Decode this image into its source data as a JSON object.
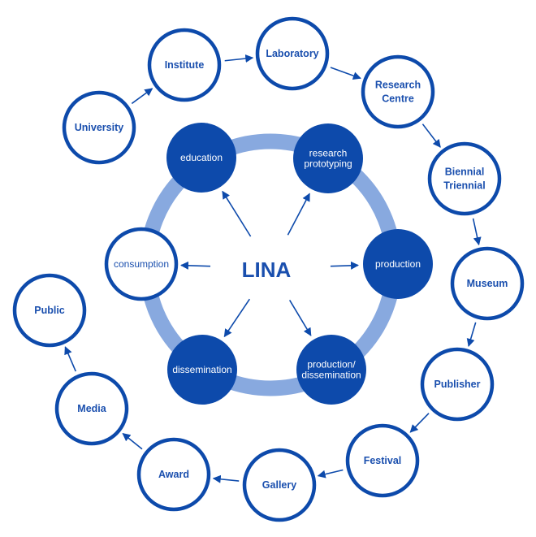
{
  "colors": {
    "primary": "#0d4aab",
    "ring": "#88a9df",
    "text": "#1a4fae",
    "white": "#ffffff"
  },
  "center": {
    "label": "LINA"
  },
  "inner_nodes": [
    {
      "id": "education",
      "lines": [
        "education"
      ],
      "style": "filled"
    },
    {
      "id": "research-prototyping",
      "lines": [
        "research",
        "prototyping"
      ],
      "style": "filled"
    },
    {
      "id": "production",
      "lines": [
        "production"
      ],
      "style": "filled"
    },
    {
      "id": "production-dissemination",
      "lines": [
        "production/",
        "dissemination"
      ],
      "style": "filled"
    },
    {
      "id": "dissemination",
      "lines": [
        "dissemination"
      ],
      "style": "filled"
    },
    {
      "id": "consumption",
      "lines": [
        "consumption"
      ],
      "style": "outline"
    }
  ],
  "outer_nodes": [
    {
      "id": "university",
      "lines": [
        "University"
      ]
    },
    {
      "id": "institute",
      "lines": [
        "Institute"
      ]
    },
    {
      "id": "laboratory",
      "lines": [
        "Laboratory"
      ]
    },
    {
      "id": "research-centre",
      "lines": [
        "Research",
        "Centre"
      ]
    },
    {
      "id": "biennial-triennial",
      "lines": [
        "Biennial",
        "Triennial"
      ]
    },
    {
      "id": "museum",
      "lines": [
        "Museum"
      ]
    },
    {
      "id": "publisher",
      "lines": [
        "Publisher"
      ]
    },
    {
      "id": "festival",
      "lines": [
        "Festival"
      ]
    },
    {
      "id": "gallery",
      "lines": [
        "Gallery"
      ]
    },
    {
      "id": "award",
      "lines": [
        "Award"
      ]
    },
    {
      "id": "media",
      "lines": [
        "Media"
      ]
    },
    {
      "id": "public",
      "lines": [
        "Public"
      ]
    }
  ],
  "edges": [
    {
      "from": "university",
      "to": "institute"
    },
    {
      "from": "institute",
      "to": "laboratory"
    },
    {
      "from": "laboratory",
      "to": "research-centre"
    },
    {
      "from": "research-centre",
      "to": "biennial-triennial"
    },
    {
      "from": "biennial-triennial",
      "to": "museum"
    },
    {
      "from": "museum",
      "to": "publisher"
    },
    {
      "from": "publisher",
      "to": "festival"
    },
    {
      "from": "festival",
      "to": "gallery"
    },
    {
      "from": "gallery",
      "to": "award"
    },
    {
      "from": "award",
      "to": "media"
    },
    {
      "from": "media",
      "to": "public"
    },
    {
      "from": "center",
      "to": "education"
    },
    {
      "from": "center",
      "to": "research-prototyping"
    },
    {
      "from": "center",
      "to": "production"
    },
    {
      "from": "center",
      "to": "production-dissemination"
    },
    {
      "from": "center",
      "to": "dissemination"
    },
    {
      "from": "center",
      "to": "consumption"
    }
  ]
}
